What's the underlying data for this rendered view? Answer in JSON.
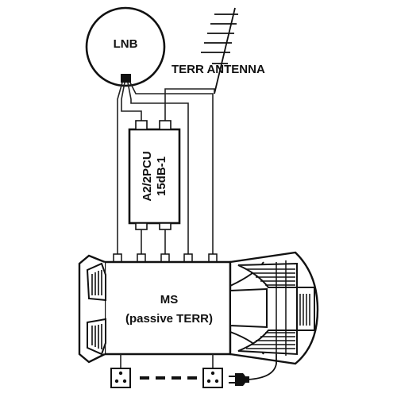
{
  "diagram": {
    "lnb_label": "LNB",
    "antenna_label": "TERR ANTENNA",
    "amplifier_label_line1": "A2/2PCU",
    "amplifier_label_line2": "15dB-1",
    "multiswitch_label_line1": "MS",
    "multiswitch_label_line2": "(passive TERR)"
  },
  "colors": {
    "line": "#111111",
    "background": "#ffffff"
  }
}
